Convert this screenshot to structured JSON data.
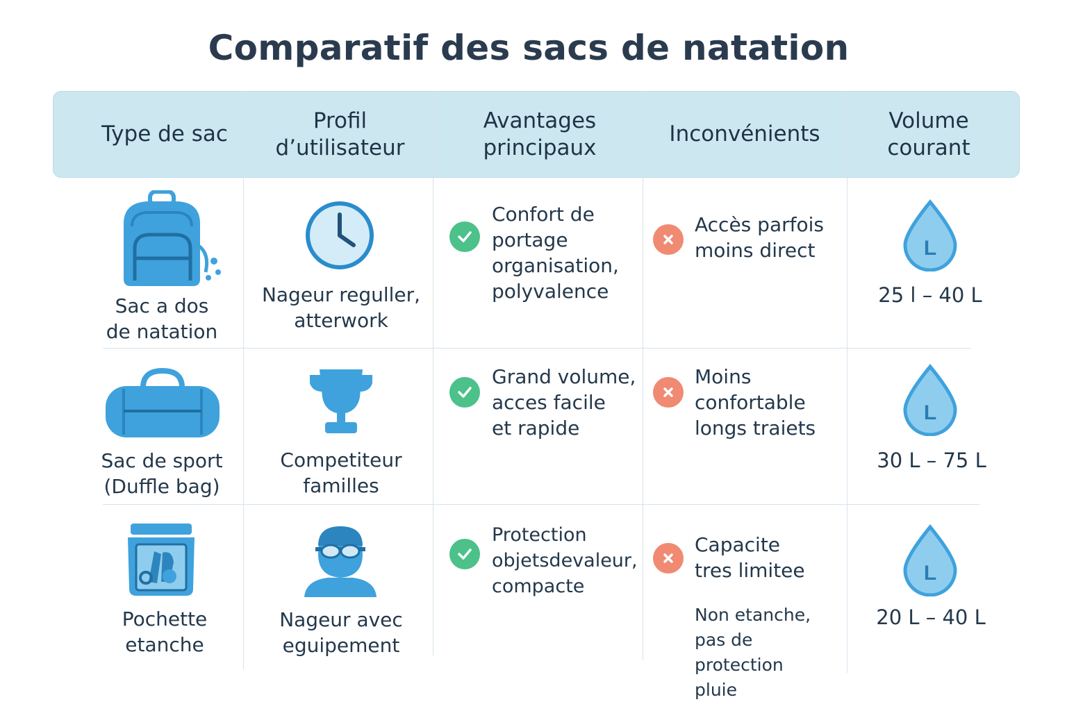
{
  "title": "Comparatif des sacs de natation",
  "headers": [
    "Type de sac",
    "Profil\nd’utilisateur",
    "Avantages\nprincipaux",
    "Inconvénients",
    "Volume\ncourant"
  ],
  "colors": {
    "header_bg": "#cde7f0",
    "icon_blue": "#3fa2dc",
    "check_green": "#4cc18a",
    "cross_red": "#f08a72"
  },
  "rows": [
    {
      "type": "Sac a dos\nde natation",
      "type_icon": "backpack-icon",
      "profile": "Nageur reguller,\natterwork",
      "profile_icon": "clock-icon",
      "advantages": "Confort de\nportage\norganisation,\npolyvalence",
      "drawbacks": "Accès parfois\nmoins direct",
      "drawbacks_extra": "",
      "volume": "25 l  – 40 L",
      "volume_icon": "drop-icon",
      "volume_icon_letter": "L"
    },
    {
      "type": "Sac de sport\n(Duffle bag)",
      "type_icon": "duffle-bag-icon",
      "profile": "Competiteur\nfamilles",
      "profile_icon": "trophy-icon",
      "advantages": "Grand volume,\nacces facile\net rapide",
      "drawbacks": "Moins\nconfortable\nlongs traiets",
      "drawbacks_extra": "",
      "volume": "30 L – 75 L",
      "volume_icon": "drop-icon",
      "volume_icon_letter": "L"
    },
    {
      "type": "Pochette\netanche",
      "type_icon": "dry-pouch-icon",
      "profile": "Nageur avec\neguipement",
      "profile_icon": "swimmer-goggles-icon",
      "advantages": "Protection\nobjetsdevaleur,\ncompacte",
      "drawbacks": "Capacite\ntres limitee",
      "drawbacks_extra": "Non etanche,\npas de protection\npluie",
      "volume": "20 L – 40 L",
      "volume_icon": "drop-icon",
      "volume_icon_letter": "L"
    }
  ]
}
